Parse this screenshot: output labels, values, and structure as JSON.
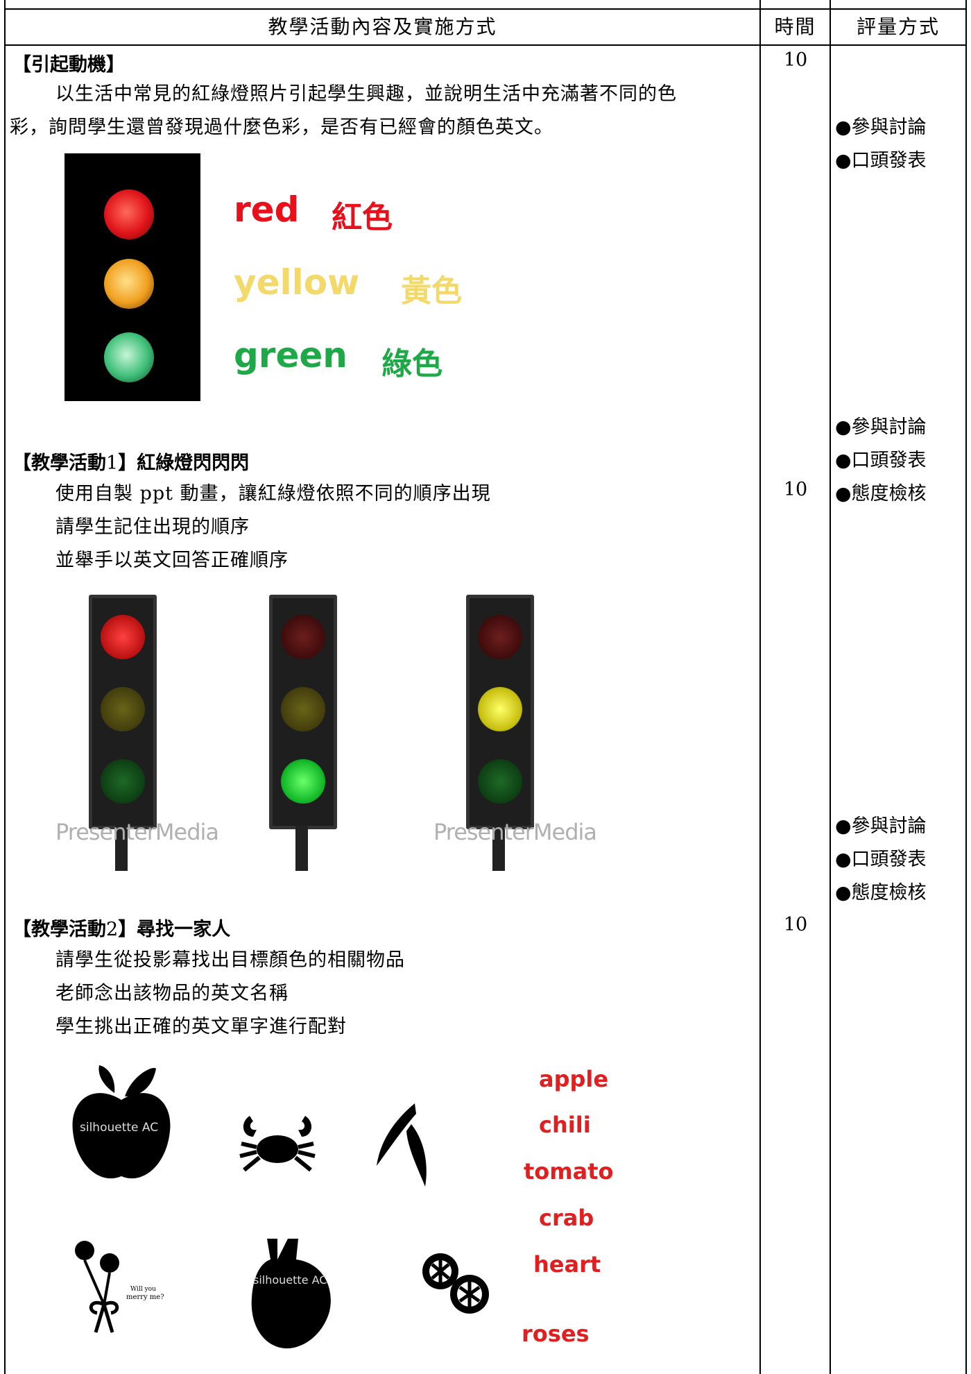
{
  "header": {
    "col1": "教學活動內容及實施方式",
    "col2": "時間",
    "col3": "評量方式"
  },
  "sections": {
    "motivation": {
      "title": "【引起動機】",
      "line1": "以生活中常見的紅綠燈照片引起學生興趣，並說明生活中充滿著不同的色",
      "line2": "彩，詢問學生還曾發現過什麼色彩，是否有已經會的顏色英文。",
      "time": "10",
      "eval": [
        "●參與討論",
        "●口頭發表"
      ]
    },
    "colors": [
      {
        "en": "red",
        "zh": "紅色",
        "hex": "#e8101a"
      },
      {
        "en": "yellow",
        "zh": "黃色",
        "hex": "#f3d86a"
      },
      {
        "en": "green",
        "zh": "綠色",
        "hex": "#1fa848"
      }
    ],
    "activity1": {
      "title_prefix": "【教學活動",
      "title_num": "1",
      "title_suffix": "】紅綠燈閃閃閃",
      "lines": [
        "使用自製 ppt 動畫，讓紅綠燈依照不同的順序出現",
        "請學生記住出現的順序",
        "並舉手以英文回答正確順序"
      ],
      "time": "10",
      "eval": [
        "●參與討論",
        "●口頭發表",
        "●態度檢核"
      ],
      "watermark": "PresenterMedia"
    },
    "activity2": {
      "title_prefix": "【教學活動",
      "title_num": "2",
      "title_suffix": "】尋找一家人",
      "lines": [
        "請學生從投影幕找出目標顏色的相關物品",
        "老師念出該物品的英文名稱",
        "學生挑出正確的英文單字進行配對"
      ],
      "time": "10",
      "eval": [
        "●參與討論",
        "●口頭發表",
        "●態度檢核"
      ],
      "words": [
        "apple",
        "chili",
        "tomato",
        "crab",
        "heart",
        "roses"
      ],
      "silhouette_label": "silhouette AC",
      "card_text": [
        "Will you",
        "merry me?"
      ]
    }
  }
}
